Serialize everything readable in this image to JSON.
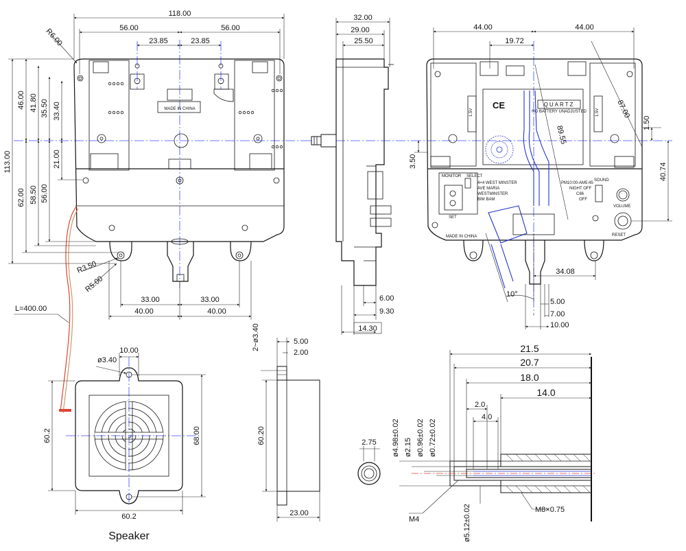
{
  "dimensions": {
    "front_total_width": "118.00",
    "front_half_left": "56.00",
    "front_half_right": "56.00",
    "front_inner_left": "23.85",
    "front_inner_right": "23.85",
    "corner_radius": "R6.00",
    "height_total": "113.00",
    "upper_46": "46.00",
    "upper_41": "41.80",
    "upper_35": "35.50",
    "upper_33": "33.40",
    "upper_21": "21.00",
    "lower_62": "62.00",
    "lower_58": "58.50",
    "lower_56": "56.00",
    "hole_r35": "R3.50",
    "hole_r5": "R5.00",
    "mount_33_left": "33.00",
    "mount_33_right": "33.00",
    "mount_40_left": "40.00",
    "mount_40_right": "40.00",
    "cable_length": "L=400.00",
    "side_32": "32.00",
    "side_29": "29.00",
    "side_25": "25.50",
    "side_6": "6.00",
    "side_9": "9.30",
    "side_14": "14.30",
    "back_44_left": "44.00",
    "back_44_right": "44.00",
    "back_19": "19.72",
    "back_87": "87.00",
    "back_89": "89.55",
    "back_150": "1.50",
    "back_350": "3.50",
    "back_4074": "40.74",
    "back_3408": "34.08",
    "back_10deg": "10°",
    "back_5": "5.00",
    "back_7": "7.00",
    "back_10": "10.00",
    "spk_hole": "ø3.40",
    "spk_10": "10.00",
    "spk_602_side": "60.2",
    "spk_602_bottom": "60.2",
    "spk_68": "68.00",
    "spkside_hole": "2~ø3.40",
    "spkside_5": "5.00",
    "spkside_2": "2.00",
    "spkside_6020": "60.20",
    "spkside_23": "23.00",
    "shaft_215": "21.5",
    "shaft_207": "20.7",
    "shaft_18": "18.0",
    "shaft_14": "14.0",
    "shaft_2": "2.0",
    "shaft_4": "4.0",
    "shaft_275": "2.75",
    "shaft_d498": "ø4.98±0.02",
    "shaft_d215": "ø2.15",
    "shaft_d096": "ø0.96±0.02",
    "shaft_d072": "ø0.72±0.02",
    "shaft_d512": "ø5.12±0.02",
    "shaft_m4": "M4",
    "shaft_m8": "M8×0.75"
  },
  "panel": {
    "made_in_china": "MADE IN CHINA",
    "ce_mark": "CE",
    "quartz": "QUARTZ",
    "quartz_sub": "NO BATTERY UNADJUSTED",
    "battery_label": "1.5V",
    "monitor": "MONITOR",
    "select": "SELECT",
    "tunes": [
      "4×4 WEST MINSTER",
      "AVE MARIA",
      "WESTMINSTER",
      "BIM BAM"
    ],
    "set": "SET",
    "schedule": "PM10:00-AM5:45",
    "night_off": "NIGHT OFF",
    "c8": "C86",
    "off": "OFF",
    "sound": "SOUND",
    "volume": "VOLUME",
    "reset": "RESET",
    "made_in_china_small": "MADE IN CHINA"
  },
  "caption": {
    "speaker": "Speaker"
  }
}
